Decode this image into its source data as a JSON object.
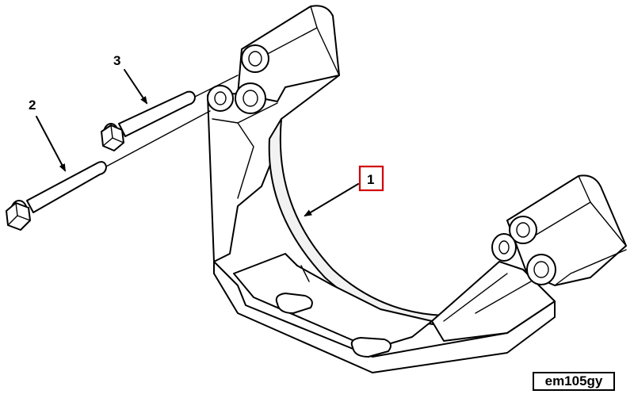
{
  "callouts": {
    "bracket": "1",
    "long_capscrew": "2",
    "short_capscrew": "3"
  },
  "figure_ref": "em105gy",
  "colors": {
    "highlight": "#d10000",
    "line": "#000000"
  }
}
